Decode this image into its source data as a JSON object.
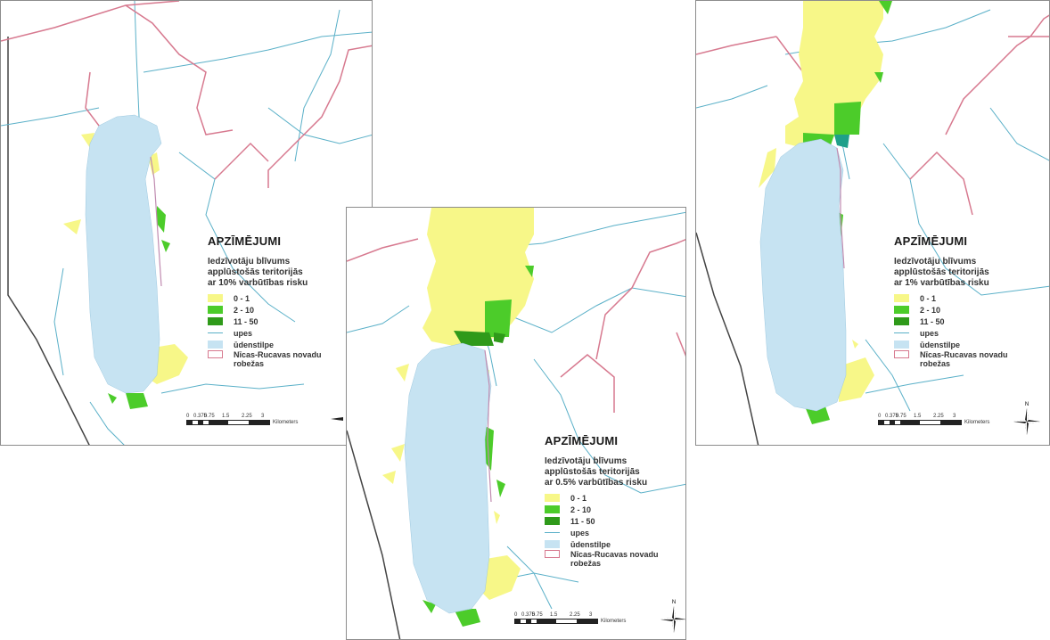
{
  "maps": [
    {
      "id": "map-10",
      "legend": {
        "title": "APZĪMĒJUMI",
        "subtitle": "Iedzīvotāju blīvums\napplūstošās teritorijās\nar 10% varbūtības risku",
        "classes": [
          "0 - 1",
          "2 - 10",
          "11 - 50"
        ],
        "rivers": "upes",
        "water": "ūdenstilpe",
        "border_line1": "Nīcas-Rucavas novadu",
        "border_line2": "robežas"
      },
      "scale": {
        "ticks": [
          "0",
          "0.375",
          "0.75",
          "1.5",
          "2.25",
          "3"
        ],
        "unit": "Kilometers"
      }
    },
    {
      "id": "map-05",
      "legend": {
        "title": "APZĪMĒJUMI",
        "subtitle": "Iedzīvotāju blīvums\napplūstošās teritorijās\nar 0.5% varbūtības risku",
        "classes": [
          "0 - 1",
          "2 - 10",
          "11 - 50"
        ],
        "rivers": "upes",
        "water": "ūdenstilpe",
        "border_line1": "Nīcas-Rucavas novadu",
        "border_line2": "robežas"
      },
      "scale": {
        "ticks": [
          "0",
          "0.375",
          "0.75",
          "1.5",
          "2.25",
          "3"
        ],
        "unit": "Kilometers"
      },
      "north": "N"
    },
    {
      "id": "map-1",
      "legend": {
        "title": "APZĪMĒJUMI",
        "subtitle": "Iedzīvotāju blīvums\napplūstošās teritorijās\nar 1% varbūtības risku",
        "classes": [
          "0 - 1",
          "2 - 10",
          "11 - 50"
        ],
        "rivers": "upes",
        "water": "ūdenstilpe",
        "border_line1": "Nīcas-Rucavas novadu",
        "border_line2": "robežas"
      },
      "scale": {
        "ticks": [
          "0",
          "0.375",
          "0.75",
          "1.5",
          "2.25",
          "3"
        ],
        "unit": "Kilometers"
      },
      "north": "N"
    }
  ],
  "colors": {
    "class_0_1": "#f7f788",
    "class_2_10": "#4ccc2a",
    "class_11_50": "#2f9a1a",
    "water": "#c6e3f2",
    "river": "#5ab0c8",
    "border": "#d7798f",
    "coast": "#444444"
  }
}
